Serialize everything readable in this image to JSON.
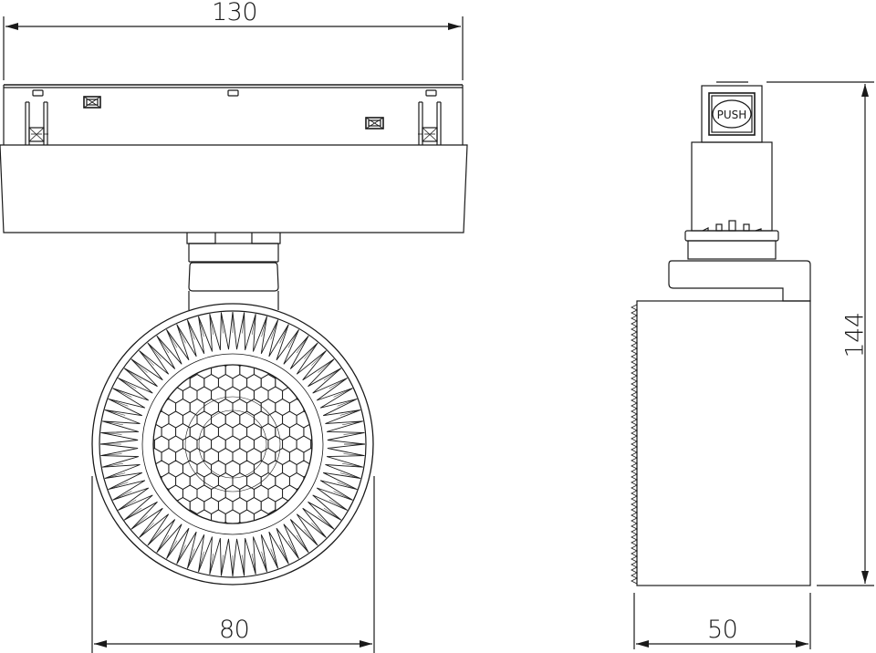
{
  "drawing": {
    "subject": "track spotlight dimension drawing",
    "views": [
      "front",
      "side"
    ],
    "line_color": "#1a1a1a",
    "background": "#ffffff"
  },
  "dimensions": {
    "overall_width": {
      "value": "130",
      "unit": "mm"
    },
    "head_diameter": {
      "value": "80",
      "unit": "mm"
    },
    "side_depth": {
      "value": "50",
      "unit": "mm"
    },
    "overall_height": {
      "value": "144",
      "unit": "mm"
    }
  },
  "labels": {
    "push_button": "PUSH"
  }
}
